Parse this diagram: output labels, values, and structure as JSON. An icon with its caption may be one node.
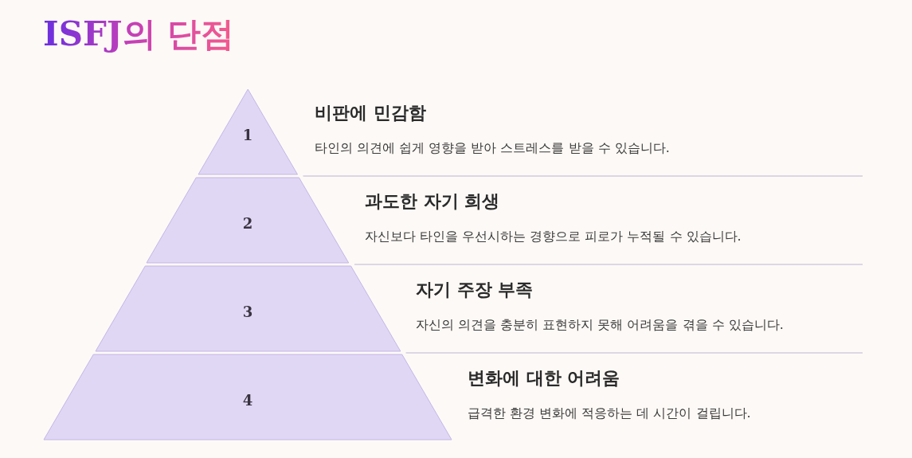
{
  "diagram": {
    "title": "ISFJ의 단점",
    "nodes": [
      {
        "text": [
          "1"
        ],
        "beside": [
          "비판에 민감함",
          "타인의 의견에 쉽게 영향을 받아 스트레스를 받을 수 있습니다."
        ]
      },
      {
        "text": [
          "2"
        ],
        "beside": [
          "과도한 자기 희생",
          "자신보다 타인을 우선시하는 경향으로 피로가 누적될 수 있습니다."
        ]
      },
      {
        "text": [
          "3"
        ],
        "beside": [
          "자기 주장 부족",
          "자신의 의견을 충분히 표현하지 못해 어려움을 겪을 수 있습니다."
        ]
      },
      {
        "text": [
          "4"
        ],
        "beside": [
          "변화에 대한 어려움",
          "급격한 환경 변화에 적응하는 데 시간이 걸립니다."
        ]
      }
    ]
  }
}
